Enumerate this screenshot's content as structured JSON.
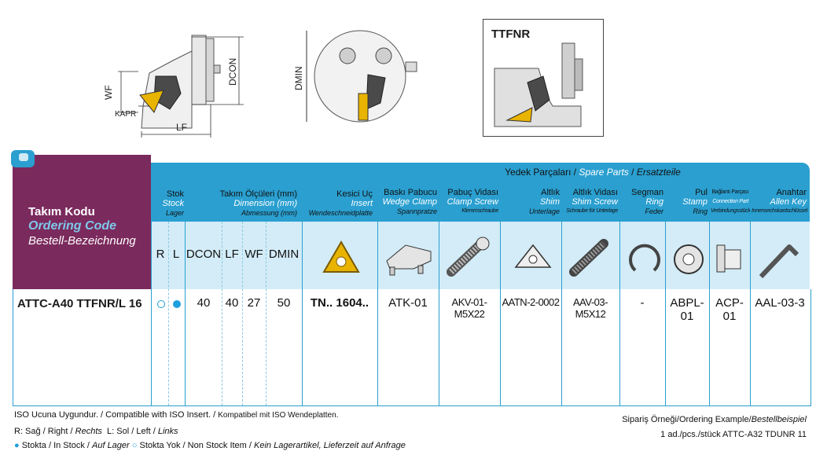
{
  "drawings": {
    "labels": {
      "wf": "WF",
      "kapr": "KAPR",
      "lf": "LF",
      "dcon": "DCON",
      "dmin": "DMIN"
    },
    "variant_title": "TTFNR"
  },
  "table": {
    "ordering_code": {
      "tr": "Takım Kodu",
      "en": "Ordering Code",
      "de": "Bestell-Bezeichnung"
    },
    "stock": {
      "tr": "Stok",
      "en": "Stock",
      "de": "Lager",
      "r": "R",
      "l": "L"
    },
    "dimension": {
      "tr": "Takım Ölçüleri (mm)",
      "en": "Dimension (mm)",
      "de": "Abmessung (mm)",
      "cols": [
        "DCON",
        "LF",
        "WF",
        "DMIN"
      ]
    },
    "insert": {
      "tr": "Kesici Uç",
      "en": "Insert",
      "de": "Wendeschneidplatte"
    },
    "spare_parts": {
      "tr": "Yedek Parçaları",
      "en": "Spare Parts",
      "de": "Ersatzteile"
    },
    "parts": [
      {
        "tr": "Baskı Pabucu",
        "en": "Wedge Clamp",
        "de": "Spannpratze"
      },
      {
        "tr": "Pabuç Vidası",
        "en": "Clamp Screw",
        "de": "Klemmschraube"
      },
      {
        "tr": "Altlık",
        "en": "Shim",
        "de": "Unterlage"
      },
      {
        "tr": "Altlık Vidası",
        "en": "Shim Screw",
        "de": "Schraube für Unterlage"
      },
      {
        "tr": "Segman",
        "en": "Ring",
        "de": "Feder"
      },
      {
        "tr": "Pul",
        "en": "Stamp",
        "de": "Ring"
      },
      {
        "tr": "Bağlantı Parçası",
        "en": "Connection Part",
        "de": "Verbindungsstück"
      },
      {
        "tr": "Anahtar",
        "en": "Allen Key",
        "de": "Innensechskantschlüssel"
      }
    ],
    "row": {
      "code": "ATTC-A40 TTFNR/L 16",
      "stock_r": "not-stock",
      "stock_l": "in-stock",
      "dcon": "40",
      "lf": "40",
      "wf": "27",
      "dmin": "50",
      "insert": "TN.. 1604..",
      "parts": [
        "ATK-01",
        "AKV-01-M5X22",
        "AATN-2-0002",
        "AAV-03-M5X12",
        "-",
        "ABPL-01",
        "ACP-01",
        "AAL-03-3"
      ]
    }
  },
  "footer": {
    "iso_tr": "ISO Ucuna Uygundur. / Compatible with ISO Insert. /",
    "iso_de": "Kompatibel mit ISO Wendeplatten.",
    "rl_tr": "R: Sağ / Right /",
    "rl_de1": "Rechts",
    "rl_mid": "L: Sol / Left /",
    "rl_de2": "Links",
    "stock_in": "Stokta / In Stock /",
    "stock_in_de": "Auf Lager",
    "stock_out": "Stokta Yok / Non Stock Item /",
    "stock_out_de": "Kein Lagerartikel, Lieferzeit auf Anfrage",
    "example_title": "Sipariş Örneği/Ordering Example/",
    "example_title_de": "Bestellbeispiel",
    "example_text": "1 ad./pcs./stück ATTC-A32 TDUNR 11"
  },
  "colors": {
    "blue": "#2a9fd0",
    "purple": "#7b2a5d",
    "insert_gold": "#e8b400",
    "legend_blue": "#1e9fe0"
  }
}
